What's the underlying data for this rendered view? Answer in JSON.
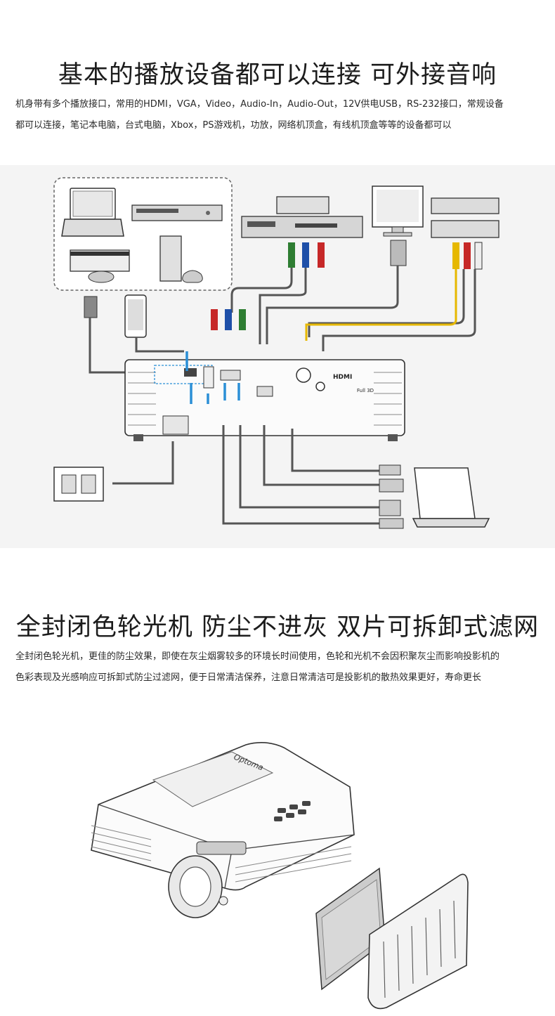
{
  "section1": {
    "title": "基本的播放设备都可以连接 可外接音响",
    "desc_line1": "机身带有多个播放接口，常用的HDMI，VGA，Video，Audio-In，Audio-Out，12V供电USB，RS-232接口，常规设备",
    "desc_line2": "都可以连接，笔记本电脑，台式电脑，Xbox，PS游戏机，功放，网络机顶盒，有线机顶盒等等的设备都可以"
  },
  "section2": {
    "title": "全封闭色轮光机 防尘不进灰 双片可拆卸式滤网",
    "desc_line1": "全封闭色轮光机，更佳的防尘效果，即使在灰尘烟雾较多的环境长时间使用，色轮和光机不会因积聚灰尘而影响投影机的",
    "desc_line2": "色彩表现及光感响应可拆卸式防尘过滤网，便于日常清洁保养，注意日常清洁可是投影机的散热效果更好，寿命更长"
  },
  "diagram": {
    "hdmi_badge": "HDMI",
    "full3d_badge": "Full 3D"
  },
  "projector": {
    "brand": "Optoma"
  },
  "colors": {
    "cable_blue": "#2b8fd6",
    "cable_gray": "#555555",
    "video_yellow": "#e6b800",
    "red": "#c62828",
    "green": "#2e7d32",
    "blue_rca": "#1e4fa8"
  }
}
